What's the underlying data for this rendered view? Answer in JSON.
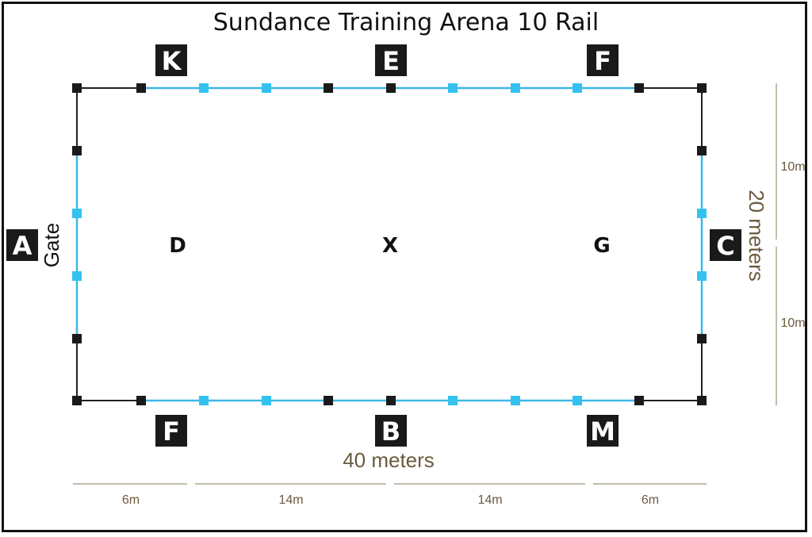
{
  "title": "Sundance Training Arena 10 Rail",
  "colors": {
    "rail_black": "#222222",
    "rail_blue": "#3fb6e6",
    "post_black": "#1a1a1a",
    "post_blue": "#33c2f0",
    "marker_bg": "#1a1a1a",
    "dimension_text": "#6b5a3e"
  },
  "markers": {
    "top": [
      "K",
      "E",
      "F"
    ],
    "bottom": [
      "F",
      "B",
      "M"
    ],
    "left": "A",
    "right": "C"
  },
  "inner_letters": [
    "D",
    "X",
    "G"
  ],
  "gate_label": "Gate",
  "dimensions": {
    "length_label": "40 meters",
    "width_label": "20 meters",
    "bottom_segments": [
      "6m",
      "14m",
      "14m",
      "6m"
    ],
    "right_segments": [
      "10m",
      "10m"
    ]
  }
}
